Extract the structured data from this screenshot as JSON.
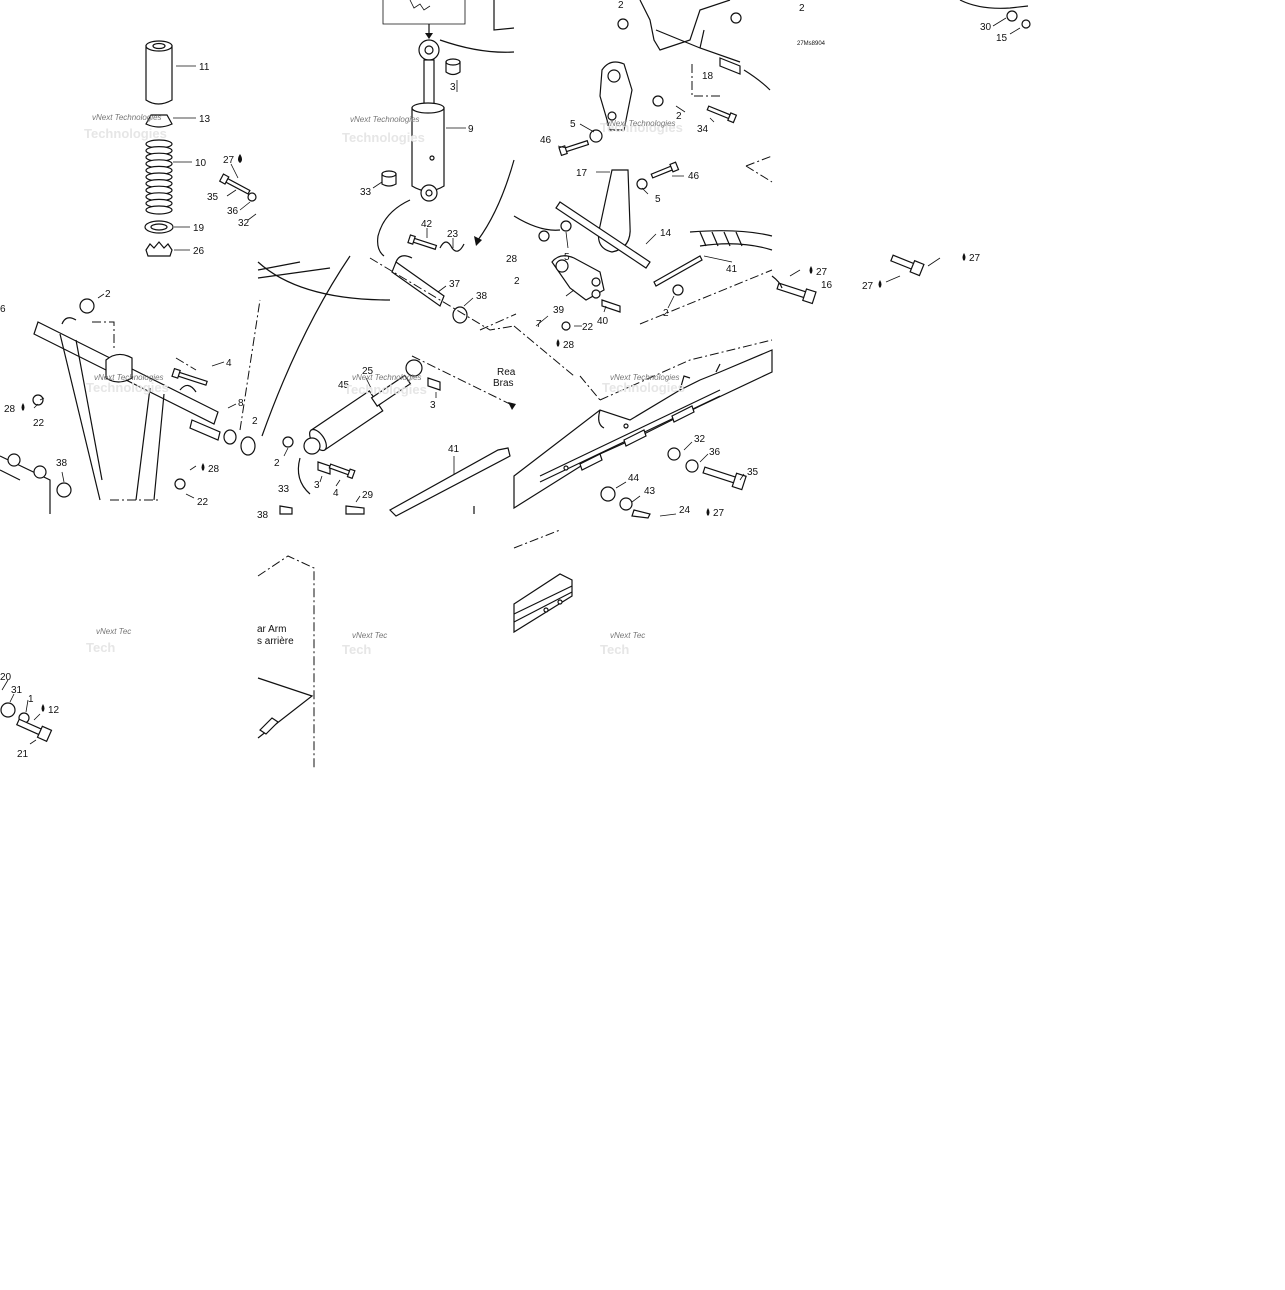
{
  "diagram": {
    "ref_code": "27Ms8904",
    "watermark": "vNext Technologies",
    "watermark_partials": [
      "vNext Tec",
      "vNext Tec",
      "vNext Tec"
    ],
    "section_text": {
      "rear_en_tail": "Rea",
      "rear_fr_tail": "Bras",
      "rear_arm_en_head": "ar Arm",
      "rear_arm_fr_head": "s arrière"
    },
    "labels": {
      "t1": [
        "11",
        "13",
        "10",
        "19",
        "26",
        "27",
        "35",
        "36",
        "32"
      ],
      "t2": [
        "3",
        "9",
        "33",
        "42",
        "23",
        "28"
      ],
      "t3": [
        "2",
        "5",
        "2",
        "46",
        "34",
        "17",
        "46",
        "5",
        "14",
        "5",
        "41",
        "39",
        "22",
        "40",
        "2",
        "28",
        "7",
        "18",
        "2"
      ],
      "t4": [
        "2",
        "30",
        "15"
      ],
      "t5": [
        "2",
        "6",
        "4",
        "28",
        "22",
        "8",
        "2",
        "38",
        "28",
        "22"
      ],
      "t6": [
        "2",
        "37",
        "38",
        "25",
        "45",
        "3",
        "2",
        "3",
        "4",
        "33",
        "29",
        "41",
        "38"
      ],
      "t7": [
        "32",
        "36",
        "35",
        "44",
        "43",
        "24",
        "27",
        "27",
        "16"
      ],
      "t8": [
        "27",
        "27"
      ],
      "t9": [
        "20",
        "31",
        "1",
        "12",
        "21"
      ]
    }
  }
}
